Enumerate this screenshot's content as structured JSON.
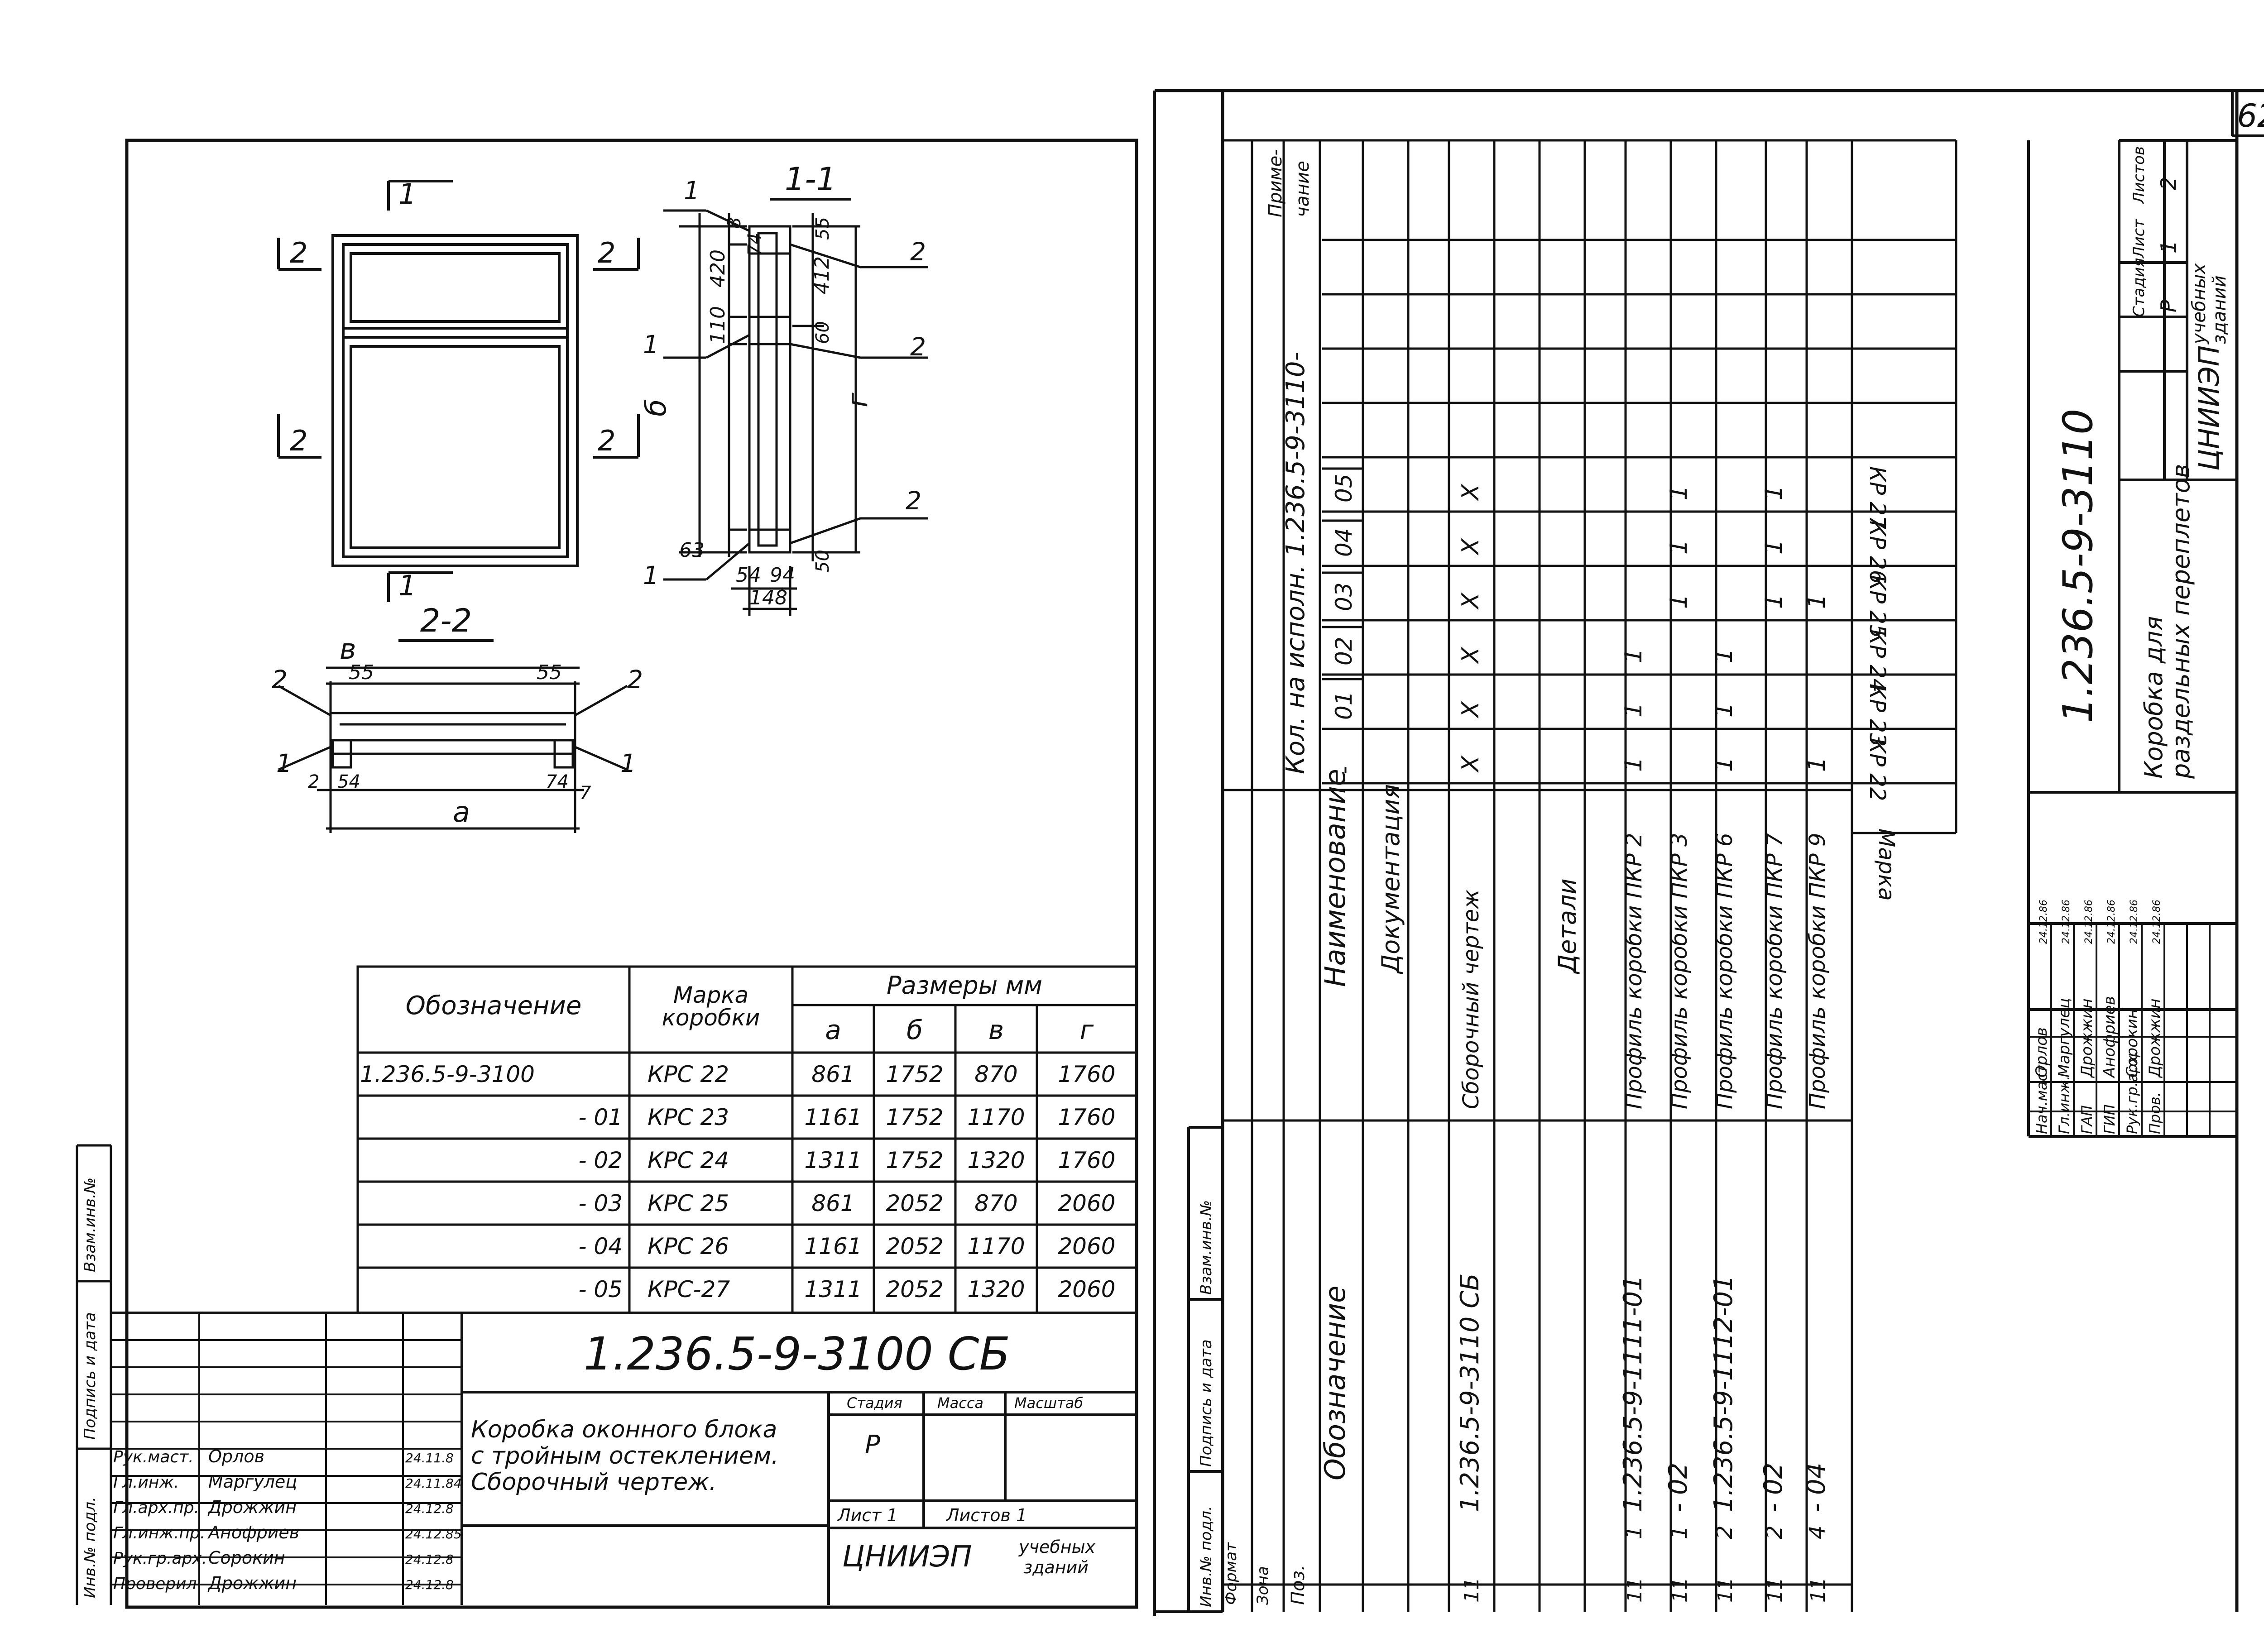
{
  "page_number": "62",
  "left_sheet": {
    "drawing": {
      "section_labels": {
        "s11": "1-1",
        "s22": "2-2",
        "one": "1",
        "two": "2",
        "a": "a",
        "b": "б",
        "v": "в",
        "g": "г"
      },
      "dims_section": {
        "d8": "8",
        "d55": "55",
        "d74": "74",
        "d420": "420",
        "d412": "412",
        "d110": "110",
        "d60": "60",
        "d63": "63",
        "d54": "54",
        "d94": "94",
        "d148": "148",
        "d50": "50"
      },
      "dims_plan": {
        "d55l": "55",
        "d55r": "55",
        "d2": "2",
        "d54": "54",
        "d74": "74",
        "d7": "7"
      }
    },
    "size_table": {
      "headers": {
        "designation": "Обозначение",
        "mark": "Марка коробки",
        "sizes": "Размеры мм",
        "a": "а",
        "b": "б",
        "v": "в",
        "g": "г"
      },
      "rows": [
        {
          "designation": "1.236.5-9-3100",
          "mark": "КРС 22",
          "a": "861",
          "b": "1752",
          "v": "870",
          "g": "1760"
        },
        {
          "designation": "- 01",
          "mark": "КРС 23",
          "a": "1161",
          "b": "1752",
          "v": "1170",
          "g": "1760"
        },
        {
          "designation": "- 02",
          "mark": "КРС 24",
          "a": "1311",
          "b": "1752",
          "v": "1320",
          "g": "1760"
        },
        {
          "designation": "- 03",
          "mark": "КРС 25",
          "a": "861",
          "b": "2052",
          "v": "870",
          "g": "2060"
        },
        {
          "designation": "- 04",
          "mark": "КРС 26",
          "a": "1161",
          "b": "2052",
          "v": "1170",
          "g": "2060"
        },
        {
          "designation": "- 05",
          "mark": "КРС-27",
          "a": "1311",
          "b": "2052",
          "v": "1320",
          "g": "2060"
        }
      ]
    },
    "title_block": {
      "code": "1.236.5-9-3100 СБ",
      "title_lines": [
        "Коробка оконного блока",
        "с тройным остеклением.",
        "Сборочный чертеж."
      ],
      "stage_label": "Стадия",
      "mass_label": "Масса",
      "scale_label": "Масштаб",
      "stage": "Р",
      "sheet_label": "Лист 1",
      "sheets_label": "Листов 1",
      "org": "ЦНИИЭП",
      "org_sub": [
        "учебных",
        "зданий"
      ],
      "staff": [
        {
          "role": "Рук.маст.",
          "name": "Орлов",
          "date": "24.11.8"
        },
        {
          "role": "Гл.инж.",
          "name": "Маргулец",
          "date": "24.11.84"
        },
        {
          "role": "Гл.арх.пр.",
          "name": "Дрожжин",
          "date": "24.12.8"
        },
        {
          "role": "Гл.инж.пр.",
          "name": "Анофриев",
          "date": "24.12.85"
        },
        {
          "role": "Рук.гр.арх.",
          "name": "Сорокин",
          "date": "24.12.8"
        },
        {
          "role": "Проверил",
          "name": "Дрожжин",
          "date": "24.12.8"
        }
      ]
    },
    "side_stamp": [
      "Инв.№ подл.",
      "Подпись и дата",
      "Взам.инв.№"
    ]
  },
  "right_sheet": {
    "spec": {
      "columns": {
        "format": "Формат",
        "zone": "Зона",
        "pos": "Поз.",
        "designation": "Обозначение",
        "name": "Наименование",
        "qty": "Кол. на исполн. 1.236.5-9-3110-",
        "note": "Приме-чание"
      },
      "variants": [
        "-",
        "01",
        "02",
        "03",
        "04",
        "05"
      ],
      "section_doc": "Документация",
      "section_parts": "Детали",
      "rows": [
        {
          "format": "11",
          "pos": "",
          "designation": "1.236.5-9-3110 СБ",
          "name": "Сборочный чертеж",
          "q": [
            "X",
            "X",
            "X",
            "X",
            "X",
            "X"
          ]
        },
        {
          "format": "11",
          "pos": "1",
          "designation": "1.236.5-9-1111-01",
          "name": "Профиль коробки ПКР 2",
          "q": [
            "1",
            "1",
            "1",
            "",
            "",
            ""
          ]
        },
        {
          "format": "11",
          "pos": "1",
          "designation": "- 02",
          "name": "Профиль коробки ПКР 3",
          "q": [
            "",
            "",
            "",
            "1",
            "1",
            "1"
          ]
        },
        {
          "format": "11",
          "pos": "2",
          "designation": "1.236.5-9-1112-01",
          "name": "Профиль коробки ПКР 6",
          "q": [
            "1",
            "1",
            "1",
            "",
            "",
            ""
          ]
        },
        {
          "format": "11",
          "pos": "2",
          "designation": "- 02",
          "name": "Профиль коробки ПКР 7",
          "q": [
            "",
            "",
            "",
            "1",
            "1",
            "1"
          ]
        },
        {
          "format": "11",
          "pos": "4",
          "designation": "- 04",
          "name": "Профиль коробки ПКР 9",
          "q": [
            "1",
            "",
            "",
            "1",
            "",
            ""
          ]
        }
      ],
      "mark_label": "Марка",
      "marks": [
        "КР 22",
        "КР 23",
        "КР 24",
        "КР 25",
        "КР 26",
        "КР 27"
      ]
    },
    "title_block": {
      "code": "1.236.5-9-3110",
      "title_lines": [
        "Коробка для",
        "раздельных переплетов"
      ],
      "stage_label": "Стадия",
      "sheet_label": "Лист",
      "sheets_label": "Листов",
      "stage": "Р",
      "sheet": "1",
      "sheets": "2",
      "org": "ЦНИИЭП",
      "org_sub": [
        "учебных",
        "зданий"
      ],
      "staff": [
        {
          "role": "Нач.маст.",
          "name": "Орлов",
          "date": "24.12.86"
        },
        {
          "role": "Гл.инж.",
          "name": "Маргулец",
          "date": "24.12.86"
        },
        {
          "role": "ГАП",
          "name": "Дрожжин",
          "date": "24.12.86"
        },
        {
          "role": "ГИП",
          "name": "Анофриев",
          "date": "24.12.86"
        },
        {
          "role": "Рук.гр.арх.",
          "name": "Сорокин",
          "date": "24.12.86"
        },
        {
          "role": "Пров.",
          "name": "Дрожжин",
          "date": "24.12.86"
        }
      ]
    },
    "side_stamp": [
      "Инв.№ подл.",
      "Подпись и дата",
      "Взам.инв.№"
    ]
  }
}
